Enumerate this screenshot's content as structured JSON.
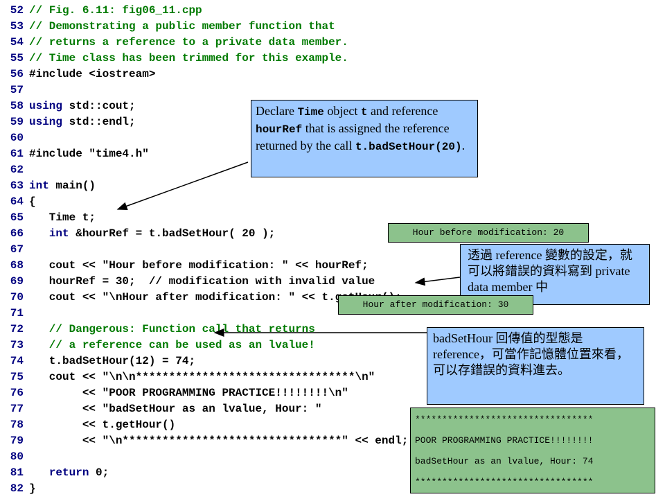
{
  "code_lines": [
    {
      "num": "52",
      "kind": "comment",
      "text": "// Fig. 6.11: fig06_11.cpp"
    },
    {
      "num": "53",
      "kind": "comment",
      "text": "// Demonstrating a public member function that"
    },
    {
      "num": "54",
      "kind": "comment",
      "text": "// returns a reference to a private data member."
    },
    {
      "num": "55",
      "kind": "comment",
      "text": "// Time class has been trimmed for this example."
    },
    {
      "num": "56",
      "kind": "normal",
      "text": "#include <iostream>"
    },
    {
      "num": "57",
      "kind": "normal",
      "text": ""
    },
    {
      "num": "58",
      "kind": "normal",
      "text": "using std::cout;"
    },
    {
      "num": "59",
      "kind": "normal",
      "text": "using std::endl;"
    },
    {
      "num": "60",
      "kind": "normal",
      "text": ""
    },
    {
      "num": "61",
      "kind": "normal",
      "text": "#include \"time4.h\""
    },
    {
      "num": "62",
      "kind": "normal",
      "text": ""
    },
    {
      "num": "63",
      "kind": "normal",
      "text": "int main()"
    },
    {
      "num": "64",
      "kind": "normal",
      "text": "{"
    },
    {
      "num": "65",
      "kind": "normal",
      "text": "   Time t;"
    },
    {
      "num": "66",
      "kind": "normal",
      "text": "   int &hourRef = t.badSetHour( 20 );"
    },
    {
      "num": "67",
      "kind": "normal",
      "text": ""
    },
    {
      "num": "68",
      "kind": "normal",
      "text": "   cout << \"Hour before modification: \" << hourRef;"
    },
    {
      "num": "69",
      "kind": "normal",
      "text": "   hourRef = 30;  // modification with invalid value"
    },
    {
      "num": "70",
      "kind": "normal",
      "text": "   cout << \"\\nHour after modification: \" << t.getHour();"
    },
    {
      "num": "71",
      "kind": "normal",
      "text": ""
    },
    {
      "num": "72",
      "kind": "comment",
      "text": "   // Dangerous: Function call that returns"
    },
    {
      "num": "73",
      "kind": "comment",
      "text": "   // a reference can be used as an lvalue!"
    },
    {
      "num": "74",
      "kind": "normal",
      "text": "   t.badSetHour(12) = 74;"
    },
    {
      "num": "75",
      "kind": "normal",
      "text": "   cout << \"\\n\\n*********************************\\n\""
    },
    {
      "num": "76",
      "kind": "normal",
      "text": "        << \"POOR PROGRAMMING PRACTICE!!!!!!!!\\n\""
    },
    {
      "num": "77",
      "kind": "normal",
      "text": "        << \"badSetHour as an lvalue, Hour: \""
    },
    {
      "num": "78",
      "kind": "normal",
      "text": "        << t.getHour()"
    },
    {
      "num": "79",
      "kind": "normal",
      "text": "        << \"\\n*********************************\" << endl;"
    },
    {
      "num": "80",
      "kind": "normal",
      "text": ""
    },
    {
      "num": "81",
      "kind": "normal",
      "text": "   return 0;"
    },
    {
      "num": "82",
      "kind": "normal",
      "text": "}"
    }
  ],
  "callouts": {
    "declare": {
      "p1": "Declare ",
      "m1": "Time",
      "p2": " object ",
      "m2": "t",
      "p3": " and reference ",
      "m3": "hourRef",
      "p4": " that is assigned the reference returned by the call ",
      "m4": "t.badSetHour(20)",
      "p5": "."
    },
    "reference_setting": "透過 reference 變數的設定，就可以將錯誤的資料寫到 private data member 中",
    "lvalue_note": "badSetHour 回傳值的型態是 reference，可當作記憶體位置來看，可以存錯誤的資料進去。"
  },
  "outputs": {
    "hour_before": "Hour before modification: 20",
    "hour_after": "Hour after modification: 30",
    "final_lines": [
      "*********************************",
      "POOR PROGRAMMING PRACTICE!!!!!!!!",
      "badSetHour as an lvalue, Hour: 74",
      "*********************************"
    ]
  },
  "colors": {
    "comment": "#007a00",
    "line_number": "#000080",
    "callout_bg": "#9fcaff",
    "output_bg": "#8cc28c"
  }
}
